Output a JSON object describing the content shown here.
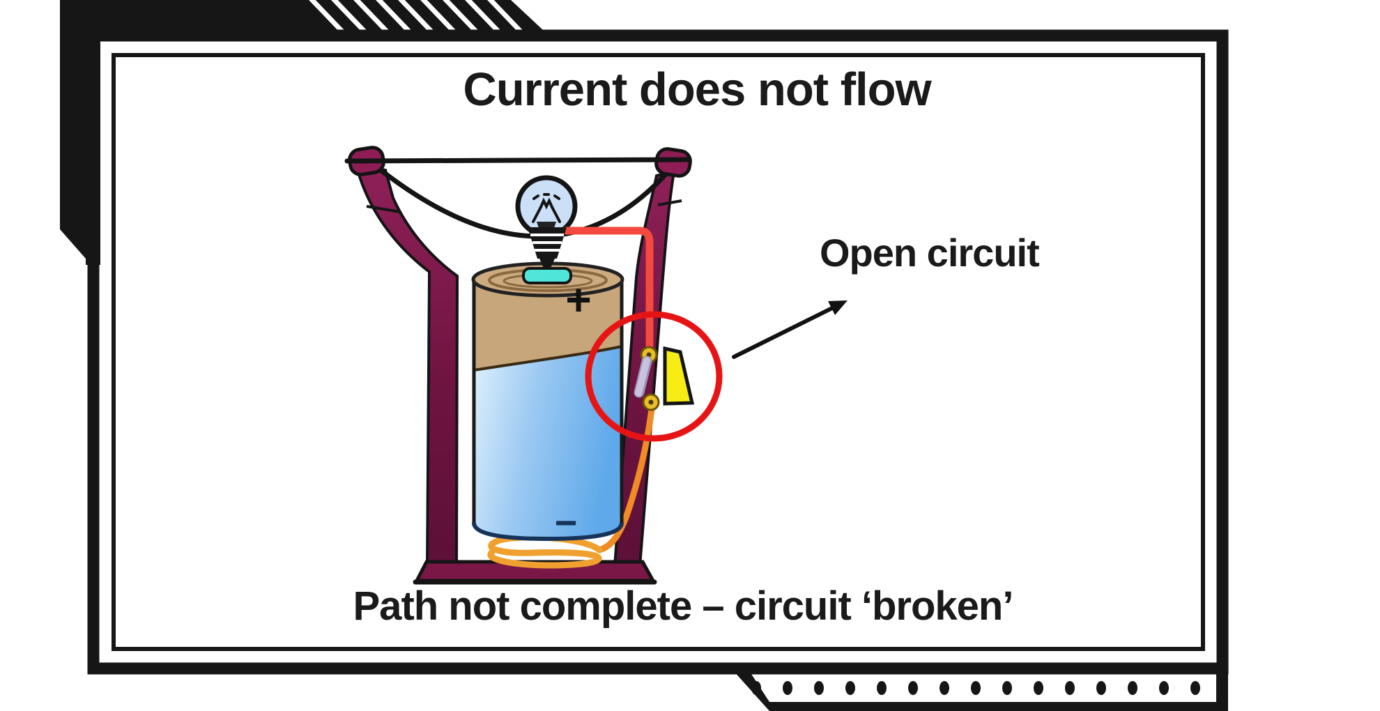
{
  "slide": {
    "title": "Current does not flow",
    "annotation_label": "Open circuit",
    "caption": "Path not complete – circuit ‘broken’"
  },
  "battery": {
    "positive_label": "+",
    "negative_label": "−"
  },
  "colors": {
    "frame_black": "#161616",
    "text_black": "#1a1a1a",
    "maroon": "#8E1D55",
    "maroon_dark": "#4E0C30",
    "maroon_dark2": "#7B1747",
    "wire_red": "#F4493E",
    "wire_orange": "#F08B26",
    "spring_orange": "#EFA02F",
    "switch_yellow": "#F7EC13",
    "lever_gray": "#C9C2DC",
    "contact_gold": "#E8BE2A",
    "bulb_blue": "#CBDFF7",
    "battery_tan": "#C7A67C",
    "battery_blue": "#5FA9EA",
    "battery_blue_light": "#DFF1FC",
    "button_cyan": "#4FE6D9",
    "circle_red": "#E61414"
  }
}
